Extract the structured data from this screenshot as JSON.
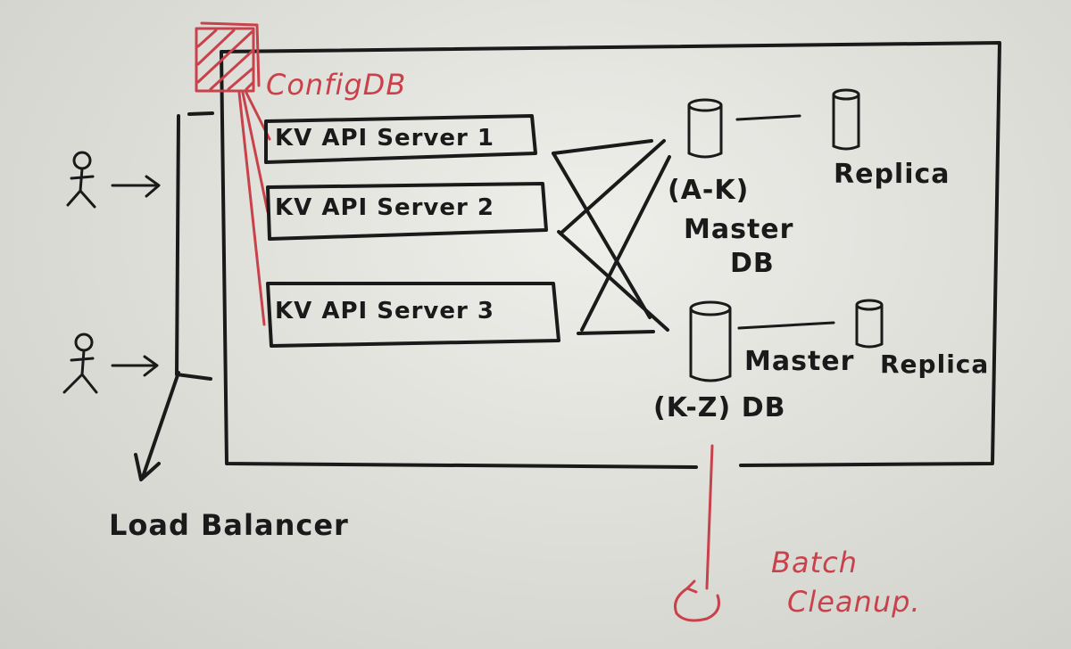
{
  "labels": {
    "config_db": "ConfigDB",
    "server_1": "KV API Server 1",
    "server_2": "KV API Server 2",
    "server_3": "KV API Server 3",
    "shard_1_range": "(A-K)",
    "shard_1_master": "Master",
    "shard_1_db": "DB",
    "replica_1": "Replica",
    "shard_2_master": "Master",
    "shard_2_range_db": "(K-Z) DB",
    "replica_2": "Replica",
    "load_balancer": "Load Balancer",
    "batch_line_1": "Batch",
    "batch_line_2": "Cleanup."
  },
  "colors": {
    "ink": "#1a1a1a",
    "red_marker": "#c8424b",
    "board": "#e4e4df"
  },
  "icons": [
    "user-icon",
    "database-cylinder-icon",
    "config-db-box-icon",
    "cleanup-loop-icon"
  ]
}
